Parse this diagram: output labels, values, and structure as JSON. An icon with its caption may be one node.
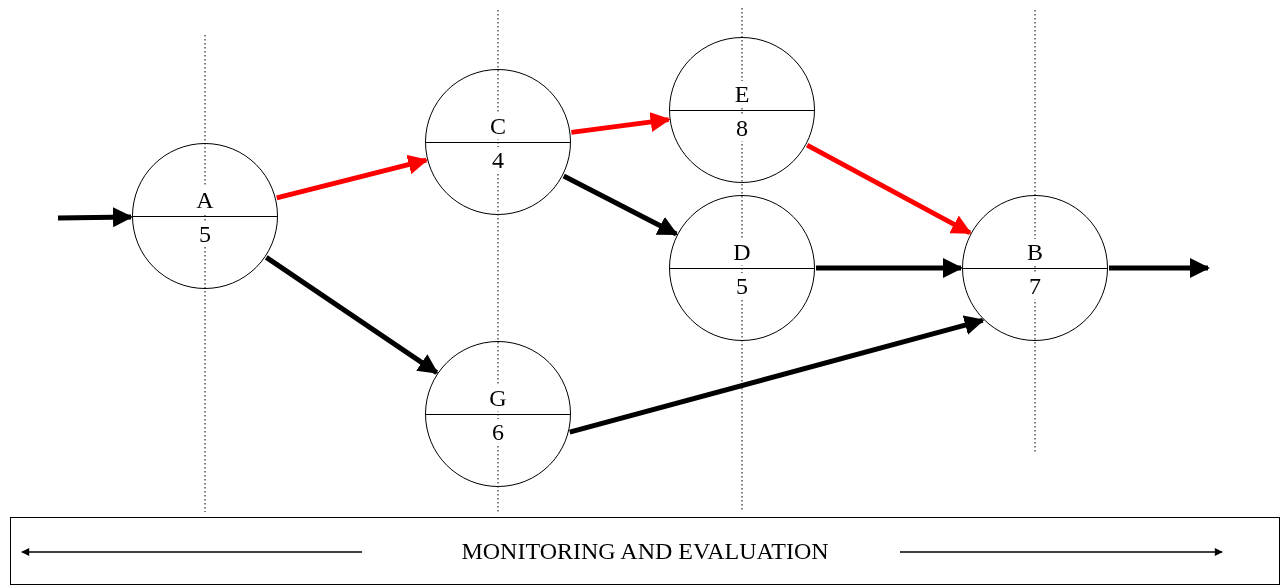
{
  "diagram": {
    "nodes": [
      {
        "text": [
          "A",
          "5"
        ]
      },
      {
        "text": [
          "C",
          "4"
        ]
      },
      {
        "text": [
          "E",
          "8"
        ]
      },
      {
        "text": [
          "D",
          "5"
        ]
      },
      {
        "text": [
          "G",
          "6"
        ]
      },
      {
        "text": [
          "B",
          "7"
        ]
      },
      {
        "text": [
          "MONITORING AND EVALUATION"
        ]
      }
    ],
    "edges": [
      {
        "from": null,
        "to": 0,
        "arrow": "to"
      },
      {
        "from": 0,
        "to": 1,
        "arrow": "to",
        "color": "#ff0000"
      },
      {
        "from": 1,
        "to": 2,
        "arrow": "to",
        "color": "#ff0000"
      },
      {
        "from": 2,
        "to": 5,
        "arrow": "to",
        "color": "#ff0000"
      },
      {
        "from": 1,
        "to": 3,
        "arrow": "to"
      },
      {
        "from": 3,
        "to": 5,
        "arrow": "to"
      },
      {
        "from": 0,
        "to": 4,
        "arrow": "to"
      },
      {
        "from": 4,
        "to": 5,
        "arrow": "to"
      },
      {
        "from": 5,
        "to": null,
        "arrow": "to"
      }
    ]
  }
}
